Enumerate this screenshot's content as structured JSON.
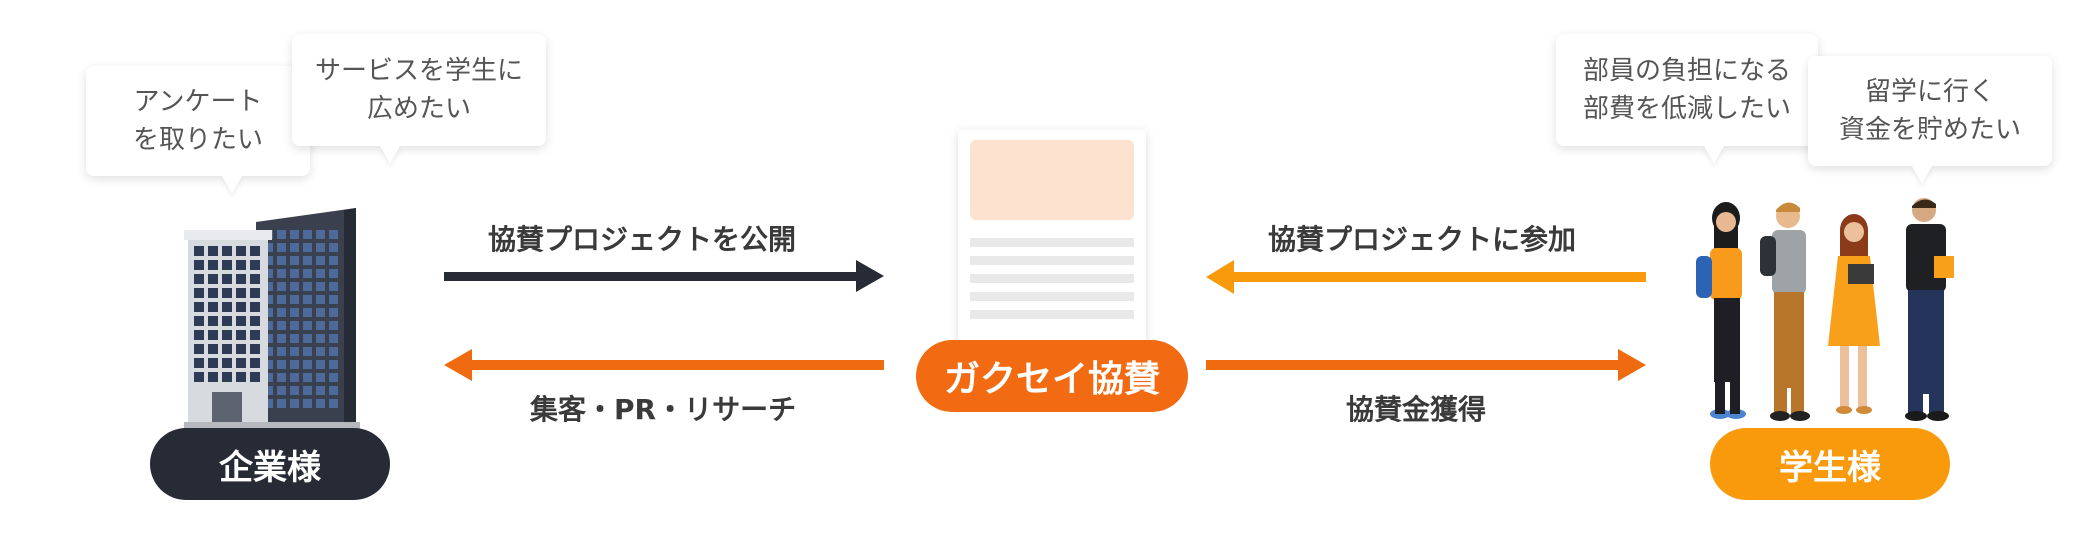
{
  "bubbles": {
    "company_1": [
      "アンケート",
      "を取りたい"
    ],
    "company_2": [
      "サービスを学生に",
      "広めたい"
    ],
    "student_1": [
      "部員の負担になる",
      "部費を低減したい"
    ],
    "student_2": [
      "留学に行く",
      "資金を貯めたい"
    ]
  },
  "flows": {
    "company_to_center": "協賛プロジェクトを公開",
    "center_to_company": "集客・PR・リサーチ",
    "student_to_center": "協賛プロジェクトに参加",
    "center_to_student": "協賛金獲得"
  },
  "nodes": {
    "company": "企業様",
    "center": "ガクセイ協賛",
    "students": "学生様"
  },
  "colors": {
    "navy": "#262b36",
    "orange_dark": "#f06a0f",
    "orange": "#f99a0c",
    "center_pill": "#f26b12",
    "doc_header": "#fde3cf",
    "doc_line": "#e9e9e9"
  }
}
